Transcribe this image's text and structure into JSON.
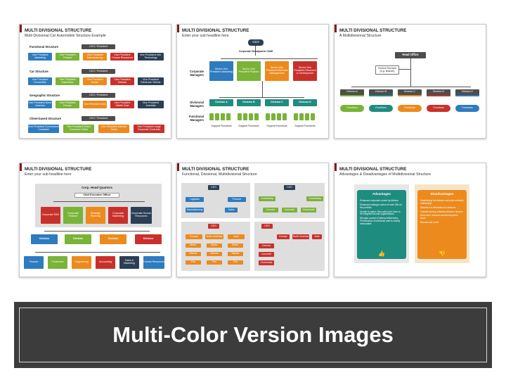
{
  "slide1": {
    "title": "MULTI DIVISIONAL STRUCTURE",
    "subtitle": "Multi Divisional Car Automobile Structure Example",
    "sections": [
      {
        "label": "Functional Structure",
        "head": "CEO / President",
        "boxes": [
          "Vice President Marketing",
          "Vice President Finance",
          "Vice President Manufacturing",
          "Vice President Human Resources",
          "Vice President Info. Technology"
        ]
      },
      {
        "label": "Car Structure",
        "head": "CEO / President",
        "boxes": [
          "Vice President Convertible",
          "Vice President Hatchback",
          "Vice President Sedan",
          "Vice President Minivan",
          "Vice President Electronic Vehicle"
        ]
      },
      {
        "label": "Geographic Structure",
        "head": "CEO / President",
        "boxes": [
          "Vice President North America",
          "Vice President Europe",
          "Vice President Asia",
          "Vice President Middle East",
          "Vice President Australia"
        ]
      },
      {
        "label": "Client-based Structure",
        "head": "CEO / President",
        "boxes": [
          "Vice President Government Contracts",
          "Vice President Direct Consumer Sales",
          "Vice President Internet Sales",
          "Vice President Large Corporate Contracts"
        ]
      }
    ]
  },
  "slide2": {
    "title": "MULTI DIVISIONAL STRUCTURE",
    "subtitle": "Enter your sub headline here",
    "ceo": "CEO",
    "hq": "Corporate Headquarter Staff",
    "corporate_label": "Corporate Managers",
    "divisional_label": "Divisional Managers",
    "functional_label": "Functional Managers",
    "svps": [
      "Senior Vice President Marketing",
      "Senior Vice President Finance",
      "Senior Vice President Materials Management",
      "Senior Vice President Research & Development"
    ],
    "divisions": [
      "Division A",
      "Division B",
      "Division C",
      "Division D"
    ],
    "support": [
      "Support Functions",
      "Support Functions",
      "Support Functions",
      "Support Functions"
    ]
  },
  "slide3": {
    "title": "MULTI DIVISIONAL STRUCTURE",
    "subtitle": "A Multidivisional Structure",
    "head_office": "Head Office",
    "central_services": "Central Services (e.g. finance)",
    "divisions": [
      "Division A",
      "Division B",
      "Division C",
      "Division D",
      "Division E"
    ],
    "functions": [
      "Functions",
      "Functions",
      "Functions",
      "Functions",
      "Functions"
    ]
  },
  "slide4": {
    "title": "MULTI DIVISIONAL STRUCTURE",
    "subtitle": "Enter your sub headline here",
    "hq": "Corp. Head Quarters",
    "ceo": "Chief Executive Officer",
    "corporate": [
      "Corporate R&D",
      "Corporate Finance",
      "Strategic Planning",
      "Corporate Marketing",
      "Corporate Human Resources"
    ],
    "divisions": [
      "Division",
      "Division",
      "Division",
      "Division"
    ],
    "functions": [
      "Finance",
      "Production",
      "Engineering",
      "Accounting",
      "Sales & Marketing",
      "Human Resources"
    ]
  },
  "slide5": {
    "title": "MULTI DIVISIONAL STRUCTURE",
    "subtitle": "Functional, Divisional, Multidivisional Structure",
    "ceo": "CEO",
    "q1": [
      "Logistics",
      "Finance",
      "Manufacturing",
      "Sales"
    ],
    "q2": [
      "Controlling",
      "Controlling",
      "Cement",
      "Concrete",
      "Chemicals"
    ],
    "q3": [
      "Europe",
      "North America",
      "Asia",
      "Motor",
      "Motor",
      "Motor",
      "Marine",
      "Marine",
      "Marine",
      "Fire",
      "Fire",
      "Fire"
    ],
    "q4": [
      "Europe",
      "North America",
      "Asia",
      "Cement",
      "Concrete",
      "Chemicals"
    ]
  },
  "slide6": {
    "title": "MULTI DIVISIONAL STRUCTURE",
    "subtitle": "Advantages & Disadvantages of Multidivisional Structure",
    "adv_title": "Advantages",
    "adv_points": [
      "Enhanced corporate control by division",
      "Enhanced strategic control of each SBU in the portfolio",
      "Growth is easier. New units don't have to be integrated across organizations",
      "Stronger pursuit of internal efficiencies. Performance of individual units is readily measurable"
    ],
    "dis_title": "Disadvantages",
    "dis_points": [
      "Establishing the division-corporate authority relationship",
      "Distortion of information to divisions",
      "Transfer pricing problems between division",
      "Short-term research and development focus",
      "Bureaucratic costs"
    ]
  },
  "banner": "Multi-Color Version Images"
}
